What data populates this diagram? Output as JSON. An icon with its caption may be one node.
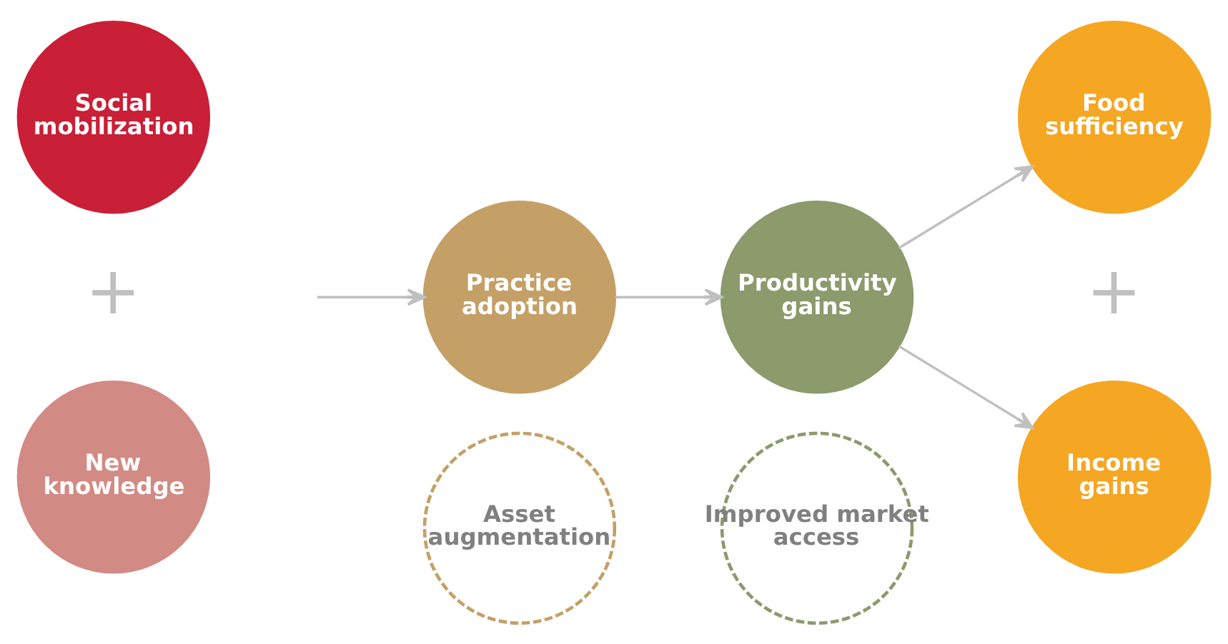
{
  "diagram": {
    "nodes": [
      {
        "text": [
          "Social mobilization"
        ]
      },
      {
        "text": [
          "New knowledge"
        ]
      },
      {
        "text": [
          "Practice adoption"
        ]
      },
      {
        "text": [
          "Asset augmentation"
        ]
      },
      {
        "text": [
          "Productivity gains"
        ]
      },
      {
        "text": [
          "Improved market access"
        ]
      },
      {
        "text": [
          "Food sufficiency"
        ]
      },
      {
        "text": [
          "Income gains"
        ]
      }
    ],
    "edges": [
      {
        "from": null,
        "to": 2,
        "arrow": "to"
      },
      {
        "from": 2,
        "to": 4,
        "arrow": "to"
      },
      {
        "from": 4,
        "to": 6,
        "arrow": "to"
      },
      {
        "from": 4,
        "to": 7,
        "arrow": "to"
      }
    ],
    "labels": [
      "+",
      "+"
    ]
  }
}
